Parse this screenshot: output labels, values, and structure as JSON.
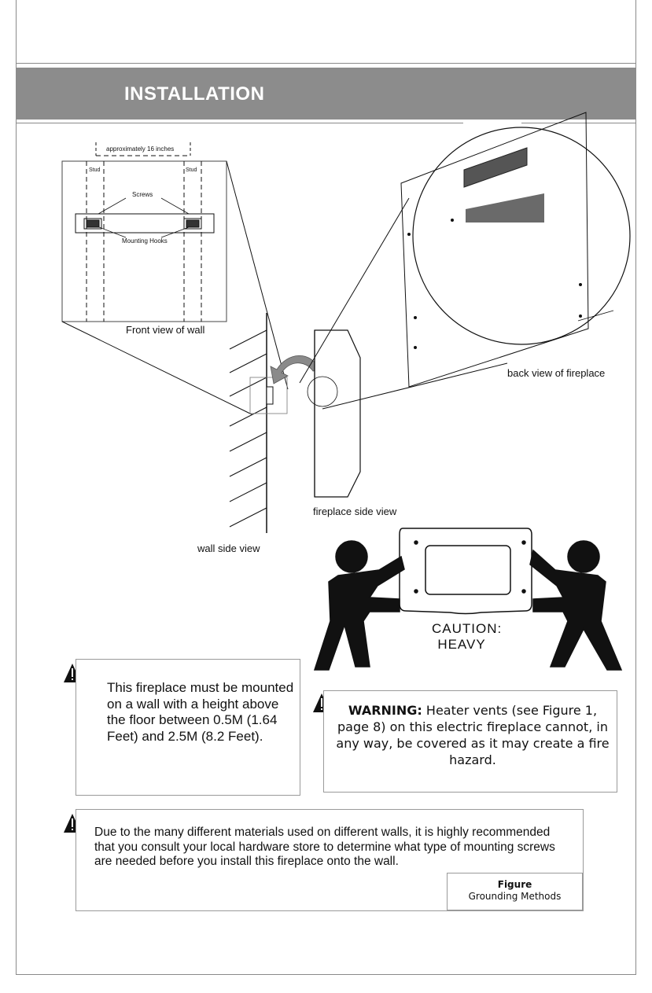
{
  "header": {
    "title": "INSTALLATION"
  },
  "diagram": {
    "approx_spacing": "approximately 16 inches",
    "stud_left": "Stud",
    "stud_right": "Stud",
    "screws": "Screws",
    "mounting_hooks": "Mounting Hooks",
    "front_view": "Front view of wall",
    "back_view": "back view of fireplace",
    "fireplace_side": "fireplace side view",
    "wall_side": "wall side view",
    "caution_line1": "CAUTION:",
    "caution_line2": "HEAVY"
  },
  "notes": {
    "height_note": "This fireplace must be mounted on a wall with a height above the floor between 0.5M (1.64 Feet) and 2.5M (8.2 Feet).",
    "warning_label": "WARNING:",
    "warning_text": "Heater vents (see Figure 1, page 8) on this electric fireplace cannot, in any way, be covered as it may create a fire hazard.",
    "materials_note": "Due to the many different materials used on different walls, it is highly recommended that you consult your local hardware store to determine what type of mounting screws are needed before you install this fireplace onto the wall."
  },
  "figure_ref": {
    "title": "Figure",
    "caption": "Grounding Methods"
  },
  "colors": {
    "banner": "#8c8c8c",
    "rule": "#8a8a8a",
    "ink": "#111111"
  }
}
